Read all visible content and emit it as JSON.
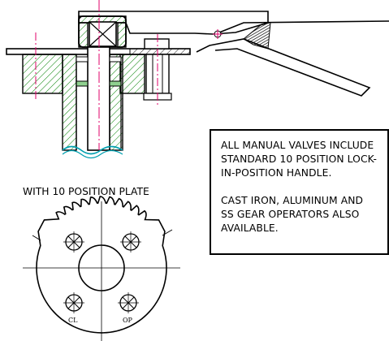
{
  "notes": {
    "paragraph_1": "ALL MANUAL VALVES INCLUDE\nSTANDARD 10 POSITION LOCK-\nIN-POSITION HANDLE.",
    "paragraph_2": "CAST IRON, ALUMINUM AND\nSS GEAR OPERATORS ALSO\nAVAILABLE."
  },
  "plate": {
    "caption": "WITH 10 POSITION PLATE",
    "label_closed": "CL",
    "label_open": "OP"
  },
  "colors": {
    "line": "#000000",
    "centerline": "#e0006a",
    "hatch": "#008000",
    "shaft": "#00a0b0"
  }
}
